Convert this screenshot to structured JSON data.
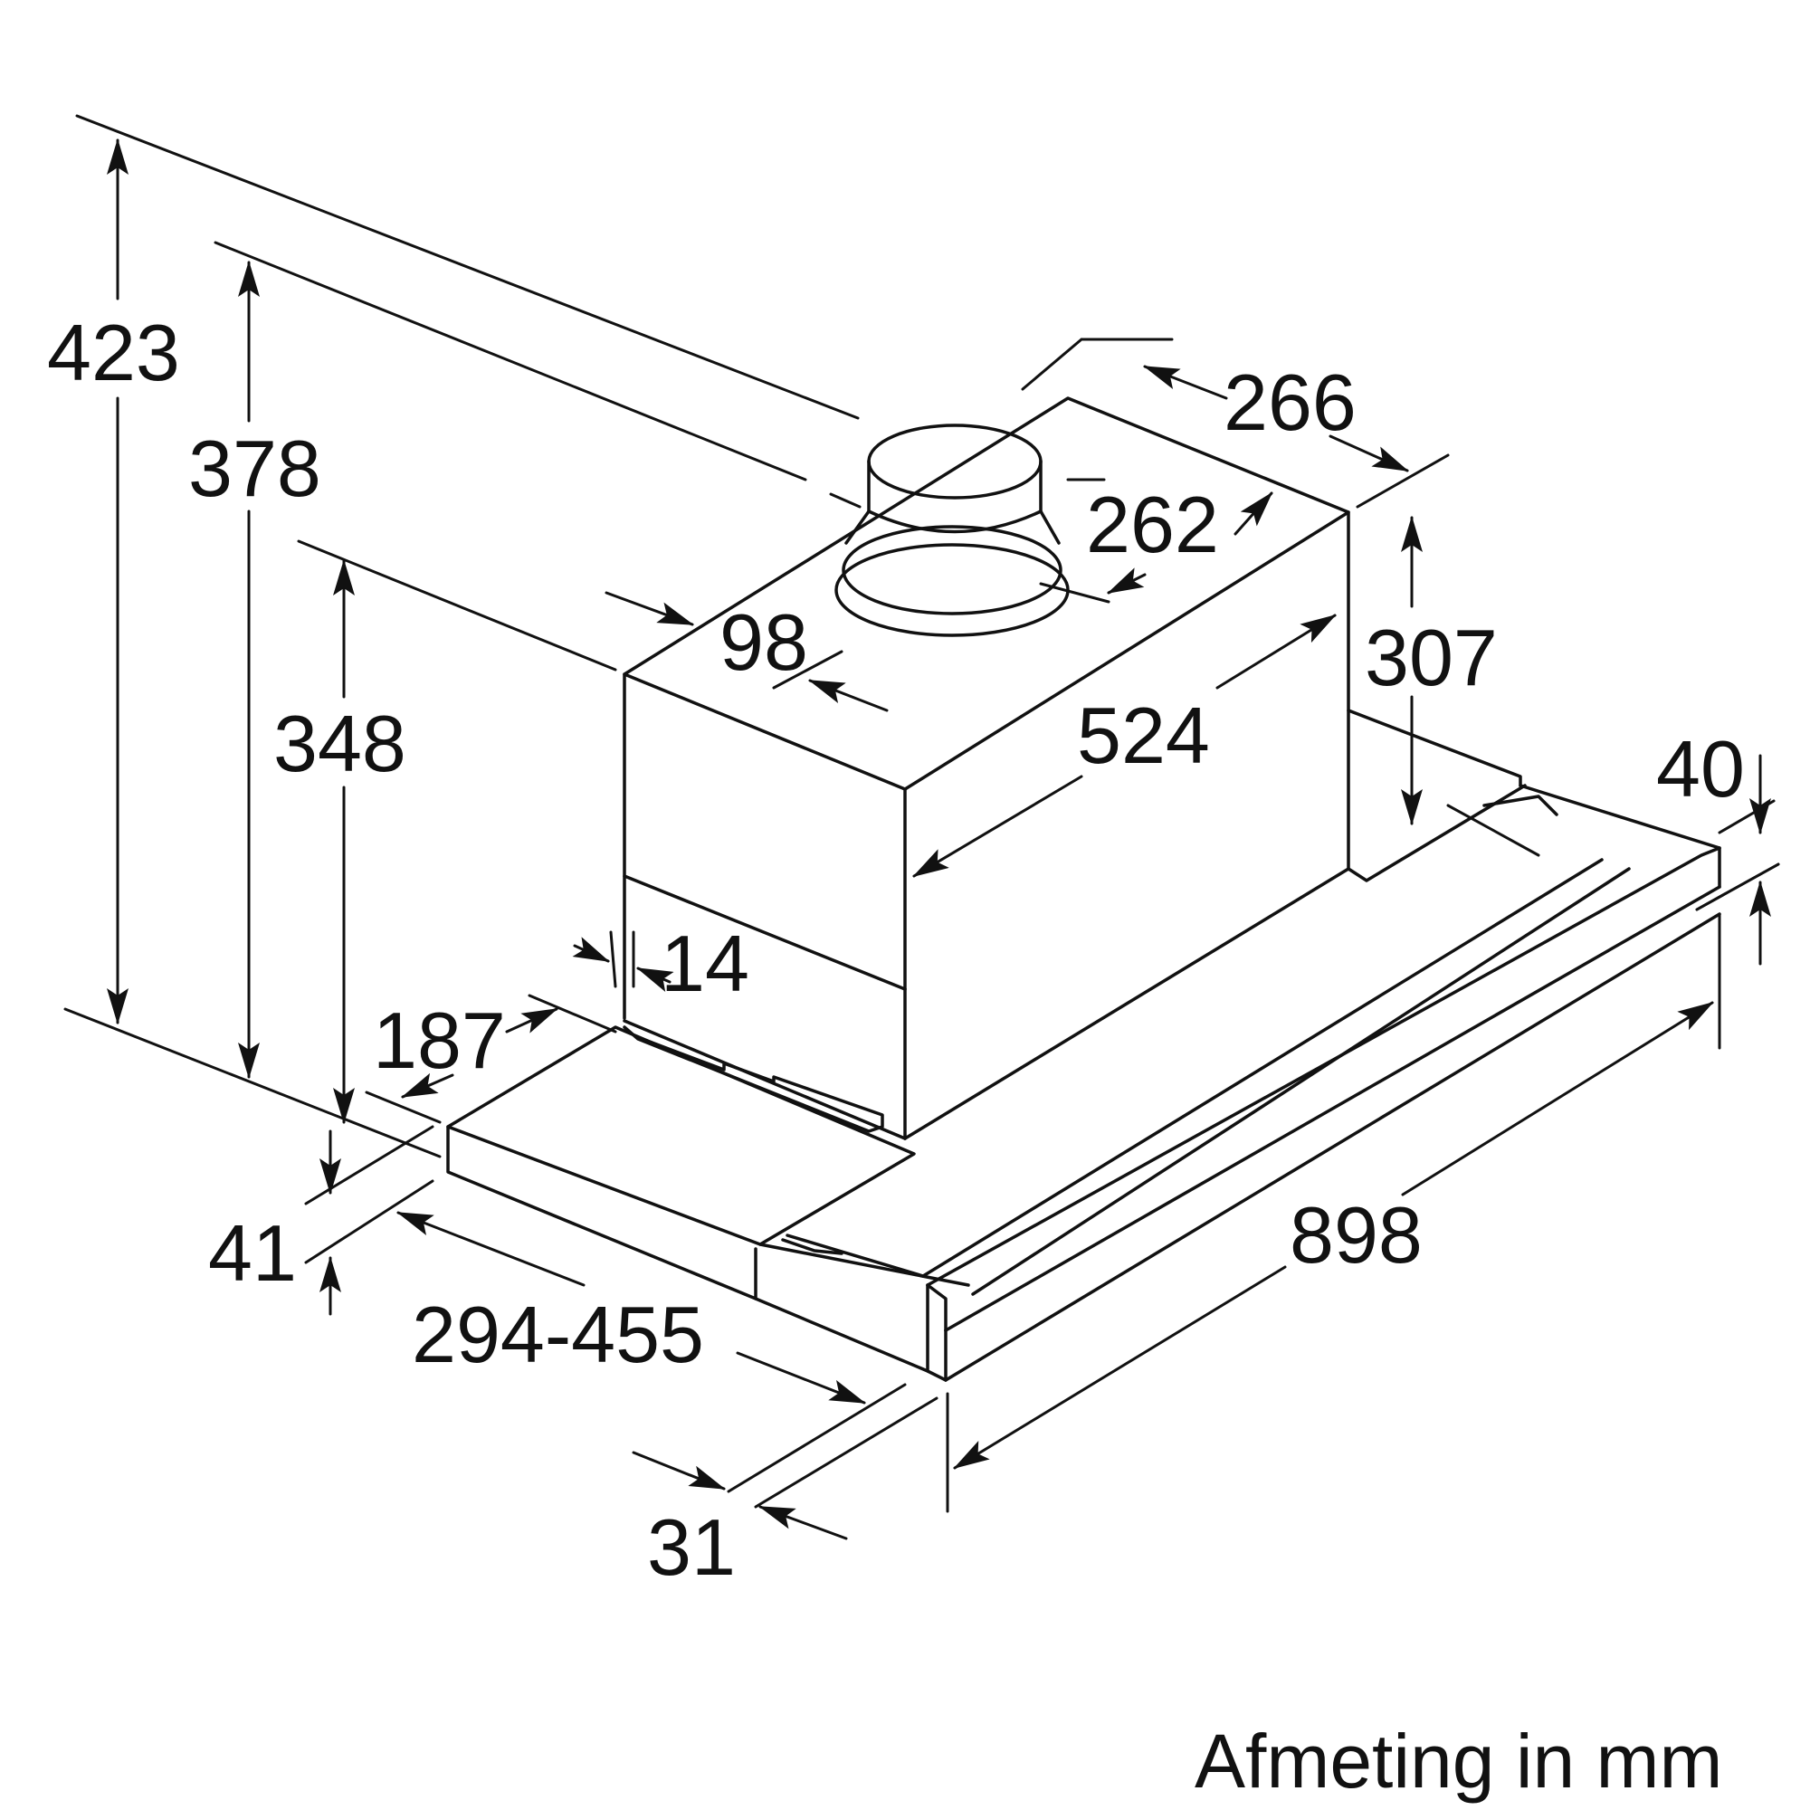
{
  "caption": "Afmeting in mm",
  "dimensions": {
    "d423": "423",
    "d378": "378",
    "d348": "348",
    "d266": "266",
    "d262": "262",
    "d98": "98",
    "d307": "307",
    "d524": "524",
    "d40": "40",
    "d14": "14",
    "d187": "187",
    "d41": "41",
    "d294_455": "294-455",
    "d898": "898",
    "d31": "31"
  }
}
